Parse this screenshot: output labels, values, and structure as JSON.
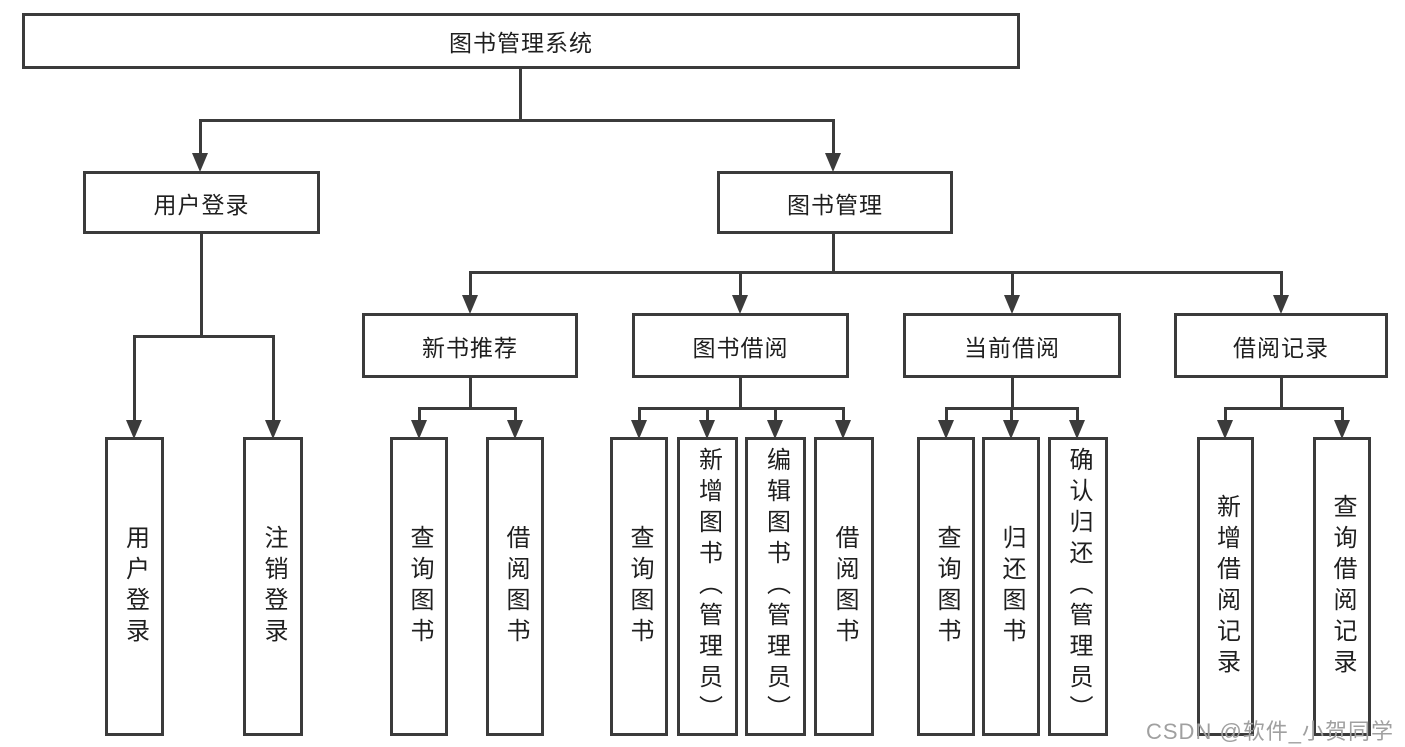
{
  "root": {
    "label": "图书管理系统"
  },
  "level2": [
    {
      "label": "用户登录"
    },
    {
      "label": "图书管理"
    }
  ],
  "level3": [
    {
      "label": "新书推荐"
    },
    {
      "label": "图书借阅"
    },
    {
      "label": "当前借阅"
    },
    {
      "label": "借阅记录"
    }
  ],
  "leaves": {
    "user_login": [
      "用户登录",
      "注销登录"
    ],
    "new_book": [
      "查询图书",
      "借阅图书"
    ],
    "book_borrow": [
      "查询图书",
      "新增图书（管理员）",
      "编辑图书（管理员）",
      "借阅图书"
    ],
    "current_borrow": [
      "查询图书",
      "归还图书",
      "确认归还（管理员）"
    ],
    "borrow_records": [
      "新增借阅记录",
      "查询借阅记录"
    ]
  },
  "watermark": "CSDN @软件_小贺同学",
  "colors": {
    "line": "#3b3b3b",
    "text": "#1f1f1f",
    "background": "#ffffff",
    "watermark": "#a0a0a0"
  }
}
